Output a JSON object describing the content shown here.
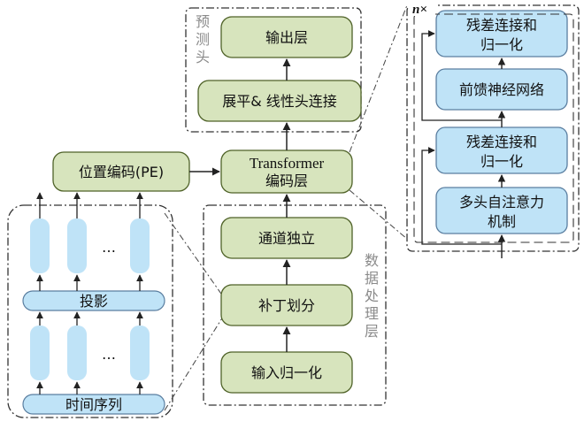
{
  "diagram": {
    "colors": {
      "green_fill": "#d7e4bd",
      "green_stroke": "#4f6228",
      "blue_fill": "#bfe3f7",
      "blue_stroke": "#5a7ea0",
      "arrow": "#222222",
      "dash": "#333333",
      "side_text": "#8a8a8a"
    },
    "nodes": {
      "output_layer": "输出层",
      "flatten_linear": "展平& 线性头连接",
      "transformer_line1": "Transformer",
      "transformer_line2": "编码层",
      "position_encoding": "位置编码(PE)",
      "channel_independence": "通道独立",
      "patching": "补丁划分",
      "input_normalization": "输入归一化",
      "residual_top_line1": "残差连接和",
      "residual_top_line2": "归一化",
      "feed_forward": "前馈神经网络",
      "residual_bottom_line1": "残差连接和",
      "residual_bottom_line2": "归一化",
      "multi_head_line1": "多头自注意力",
      "multi_head_line2": "机制",
      "projection": "投影",
      "time_series": "时间序列"
    },
    "groups": {
      "prediction_head": [
        "预",
        "测",
        "头"
      ],
      "data_processing": [
        "数",
        "据",
        "处",
        "理",
        "层"
      ],
      "repeat_label": "n×"
    },
    "ellipsis": "…",
    "icons": [
      "arrow-icon"
    ]
  }
}
